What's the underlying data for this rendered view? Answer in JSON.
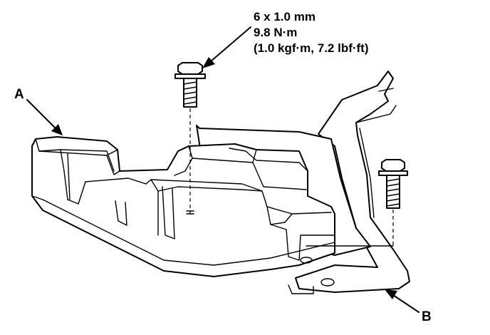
{
  "spec": {
    "size": "6 x 1.0 mm",
    "torque_nm": "9.8 N·m",
    "torque_alt": "(1.0 kgf·m, 7.2 lbf·ft)"
  },
  "labels": {
    "a": "A",
    "b": "B"
  }
}
